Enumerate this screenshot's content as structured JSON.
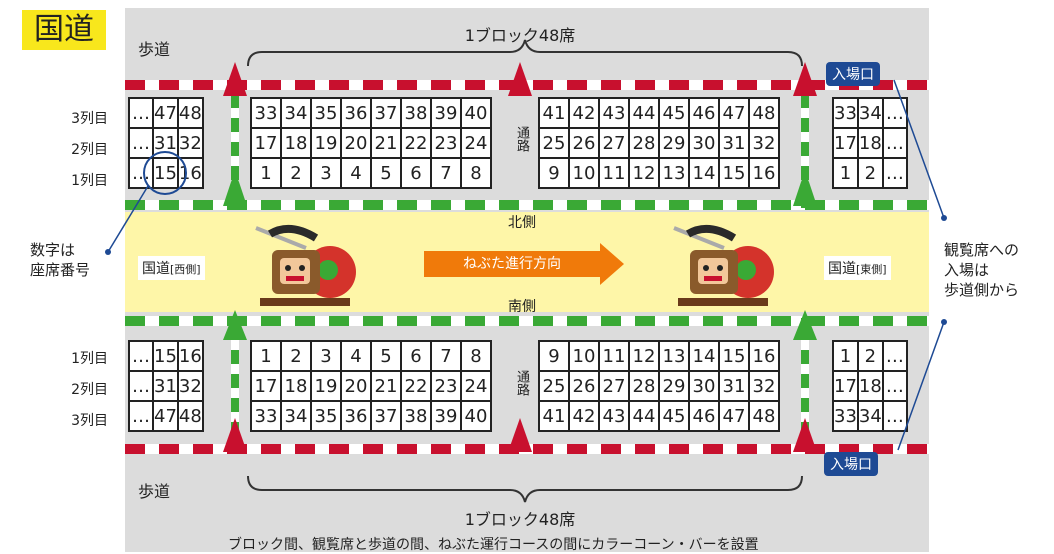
{
  "title": "国道",
  "sidewalk_label": "歩道",
  "block_label": "1ブロック48席",
  "north_label": "北側",
  "south_label": "南側",
  "direction_label": "ねぶた進行方向",
  "road_west": {
    "main": "国道",
    "sub": "[西側]"
  },
  "road_east": {
    "main": "国道",
    "sub": "[東側]"
  },
  "aisle_label": "通路",
  "entrance_label": "入場口",
  "left_note": [
    "数字は",
    "座席番号"
  ],
  "right_note": [
    "観覧席への",
    "入場は",
    "歩道側から"
  ],
  "footer": "ブロック間、観覧席と歩道の間、ねぶた運行コースの間にカラーコーン・バーを設置",
  "row_labels_north": [
    "3列目",
    "2列目",
    "1列目"
  ],
  "row_labels_south": [
    "1列目",
    "2列目",
    "3列目"
  ],
  "north_left_partial": [
    [
      "…",
      "47",
      "48"
    ],
    [
      "…",
      "31",
      "32"
    ],
    [
      "…",
      "15",
      "16"
    ]
  ],
  "north_block1": [
    [
      "33",
      "34",
      "35",
      "36",
      "37",
      "38",
      "39",
      "40"
    ],
    [
      "17",
      "18",
      "19",
      "20",
      "21",
      "22",
      "23",
      "24"
    ],
    [
      "1",
      "2",
      "3",
      "4",
      "5",
      "6",
      "7",
      "8"
    ]
  ],
  "north_block2": [
    [
      "41",
      "42",
      "43",
      "44",
      "45",
      "46",
      "47",
      "48"
    ],
    [
      "25",
      "26",
      "27",
      "28",
      "29",
      "30",
      "31",
      "32"
    ],
    [
      "9",
      "10",
      "11",
      "12",
      "13",
      "14",
      "15",
      "16"
    ]
  ],
  "north_right_partial": [
    [
      "33",
      "34",
      "…"
    ],
    [
      "17",
      "18",
      "…"
    ],
    [
      "1",
      "2",
      "…"
    ]
  ],
  "south_left_partial": [
    [
      "…",
      "15",
      "16"
    ],
    [
      "…",
      "31",
      "32"
    ],
    [
      "…",
      "47",
      "48"
    ]
  ],
  "south_block1": [
    [
      "1",
      "2",
      "3",
      "4",
      "5",
      "6",
      "7",
      "8"
    ],
    [
      "17",
      "18",
      "19",
      "20",
      "21",
      "22",
      "23",
      "24"
    ],
    [
      "33",
      "34",
      "35",
      "36",
      "37",
      "38",
      "39",
      "40"
    ]
  ],
  "south_block2": [
    [
      "9",
      "10",
      "11",
      "12",
      "13",
      "14",
      "15",
      "16"
    ],
    [
      "25",
      "26",
      "27",
      "28",
      "29",
      "30",
      "31",
      "32"
    ],
    [
      "41",
      "42",
      "43",
      "44",
      "45",
      "46",
      "47",
      "48"
    ]
  ],
  "south_right_partial": [
    [
      "1",
      "2",
      "…"
    ],
    [
      "17",
      "18",
      "…"
    ],
    [
      "33",
      "34",
      "…"
    ]
  ],
  "colors": {
    "stripe_red": "#c8102e",
    "stripe_green": "#3aa935",
    "road": "#fef6a8",
    "gray": "#dcdcdc",
    "entrance": "#1e4a94",
    "arrow": "#f07a0a",
    "title_bg": "#f8e71c"
  }
}
